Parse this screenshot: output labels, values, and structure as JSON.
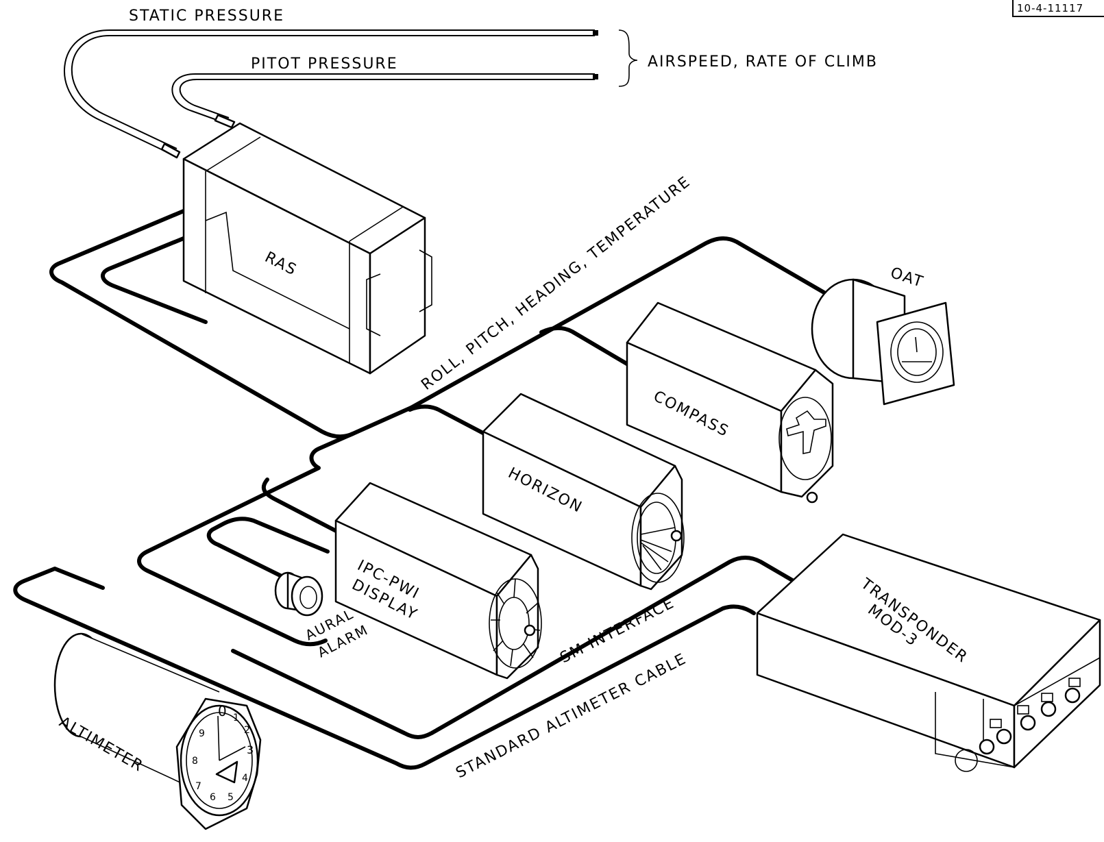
{
  "figure_id": "10-4-11117",
  "labels": {
    "static_pressure": "STATIC PRESSURE",
    "pitot_pressure": "PITOT PRESSURE",
    "airspeed": "AIRSPEED, RATE OF CLIMB",
    "ras": "RAS",
    "roll_pitch": "ROLL, PITCH, HEADING, TEMPERATURE",
    "oat": "OAT",
    "compass": "COMPASS",
    "horizon": "HORIZON",
    "ipc_line1": "IPC-PWI",
    "ipc_line2": "DISPLAY",
    "aural_line1": "AURAL",
    "aural_line2": "ALARM",
    "sm_interface": "SM INTERFACE",
    "transponder_line1": "TRANSPONDER",
    "transponder_line2": "MOD-3",
    "standard_altimeter_cable": "STANDARD ALTIMETER CABLE",
    "altimeter": "ALTIMETER"
  },
  "altimeter_dial": [
    "0",
    "1",
    "2",
    "3",
    "4",
    "5",
    "6",
    "7",
    "8",
    "9"
  ]
}
